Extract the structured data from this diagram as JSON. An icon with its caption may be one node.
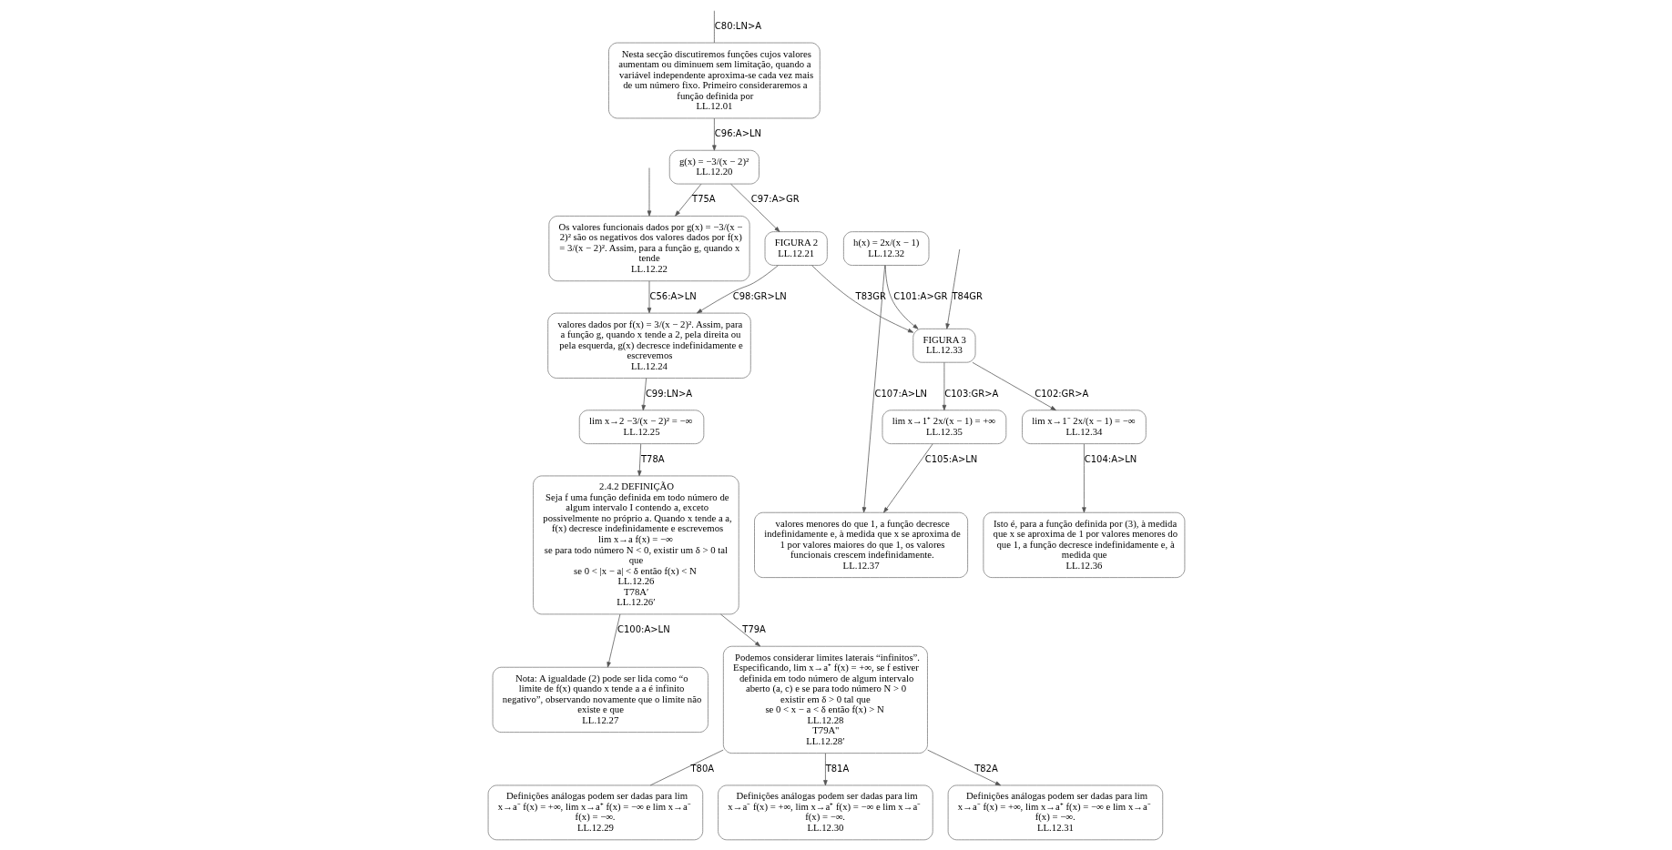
{
  "diagram": {
    "nodes": [
      {
        "text": [
          "Nesta secção discutiremos funções cujos valores aumentam ou diminuem sem limitação, quando a variável independente aproxima-se cada vez mais de um número fixo. Primeiro consideraremos a função definida por",
          "LL.12.01"
        ]
      },
      {
        "text": [
          "g(x) = −3/(x − 2)²",
          "LL.12.20"
        ]
      },
      {
        "text": [
          "FIGURA 2",
          "LL.12.21"
        ]
      },
      {
        "text": [
          "Os valores funcionais dados por g(x) = −3/(x − 2)² são os negativos dos valores dados por f(x) = 3/(x − 2)². Assim, para a função g, quando x tende",
          "LL.12.22"
        ]
      },
      {
        "text": [
          "valores dados por f(x) = 3/(x − 2)². Assim, para a função g, quando x tende a 2, pela direita ou pela esquerda, g(x) decresce indefinidamente e escrevemos",
          "LL.12.24"
        ]
      },
      {
        "text": [
          "lim x→2 −3/(x − 2)² = −∞",
          "LL.12.25"
        ]
      },
      {
        "text": [
          "2.4.2 DEFINIÇÃO",
          "Seja f uma função definida em todo número de algum intervalo I contendo a, exceto possivelmente no próprio a. Quando x tende a a, f(x) decresce indefinidamente e escrevemos",
          "lim x→a f(x) = −∞",
          "se para todo número N < 0, existir um δ > 0 tal que",
          "se 0 < |x − a| < δ então f(x) < N",
          "LL.12.26",
          "T78A′",
          "LL.12.26′"
        ]
      },
      {
        "text": [
          "Nota: A igualdade (2) pode ser lida como “o limite de f(x) quando x tende a a é infinito negativo”, observando novamente que o limite não existe e que",
          "LL.12.27"
        ]
      },
      {
        "text": [
          "Podemos considerar limites laterais “infinitos”. Especificando, lim x→a⁺ f(x) = +∞, se f estiver definida em todo número de algum intervalo aberto (a, c) e se para todo número N > 0 existir em δ > 0 tal que",
          "se 0 < x − a < δ então f(x) > N",
          "LL.12.28",
          "T79A''",
          "LL.12.28′"
        ]
      },
      {
        "text": [
          "Definições análogas podem ser dadas para lim x→a⁻ f(x) = +∞, lim x→a⁺ f(x) = −∞ e lim x→a⁻ f(x) = −∞.",
          "LL.12.29"
        ]
      },
      {
        "text": [
          "Definições análogas podem ser dadas para lim x→a⁻ f(x) = +∞, lim x→a⁺ f(x) = −∞ e lim x→a⁻ f(x) = −∞.",
          "LL.12.30"
        ]
      },
      {
        "text": [
          "Definições análogas podem ser dadas para lim x→a⁻ f(x) = +∞, lim x→a⁺ f(x) = −∞ e lim x→a⁻ f(x) = −∞.",
          "LL.12.31"
        ]
      },
      {
        "text": [
          "FIGURA 3",
          "LL.12.33"
        ]
      },
      {
        "text": [
          "h(x) = 2x/(x − 1)",
          "LL.12.32"
        ]
      },
      {
        "text": [
          "lim x→1⁻ 2x/(x − 1) = −∞",
          "LL.12.34"
        ]
      },
      {
        "text": [
          "lim x→1⁺ 2x/(x − 1) = +∞",
          "LL.12.35"
        ]
      },
      {
        "text": [
          "Isto é, para a função definida por (3), à medida que x se aproxima de 1 por valores menores do que 1, a função decresce indefinidamente e, à medida que",
          "LL.12.36"
        ]
      },
      {
        "text": [
          "valores menores do que 1, a função decresce indefinidamente e, à medida que x se aproxima de 1 por valores maiores do que 1, os valores funcionais crescem indefinidamente.",
          "LL.12.37"
        ]
      }
    ],
    "edges": [
      {
        "from": 0,
        "to": null,
        "arrow": "none",
        "label": "C80:LN>A"
      },
      {
        "from": null,
        "to": 12,
        "arrow": "to",
        "label": "T84GR"
      },
      {
        "from": 0,
        "to": 1,
        "arrow": "to",
        "label": "C96:A>LN"
      },
      {
        "from": null,
        "to": 3,
        "arrow": "to"
      },
      {
        "from": 1,
        "to": 3,
        "arrow": "to",
        "label": "T75A"
      },
      {
        "from": 1,
        "to": 2,
        "arrow": "to",
        "label": "C97:A>GR"
      },
      {
        "from": 3,
        "to": 4,
        "arrow": "to",
        "label": "C56:A>LN"
      },
      {
        "from": 2,
        "to": 4,
        "arrow": "to",
        "label": "C98:GR>LN"
      },
      {
        "from": 2,
        "to": 12,
        "arrow": "to",
        "label": "T83GR"
      },
      {
        "from": 4,
        "to": 5,
        "arrow": "to",
        "label": "C99:LN>A"
      },
      {
        "from": 5,
        "to": 6,
        "arrow": "to",
        "label": "T78A"
      },
      {
        "from": 6,
        "to": 8,
        "arrow": "to",
        "label": "T79A"
      },
      {
        "from": 6,
        "to": 7,
        "arrow": "to",
        "label": "C100:A>LN"
      },
      {
        "from": 8,
        "to": 9,
        "arrow": "none",
        "label": "T80A"
      },
      {
        "from": 8,
        "to": 10,
        "arrow": "to",
        "label": "T81A"
      },
      {
        "from": 8,
        "to": 11,
        "arrow": "to",
        "label": "T82A"
      },
      {
        "from": 13,
        "to": 12,
        "arrow": "to",
        "label": "C101:A>GR"
      },
      {
        "from": 13,
        "to": 17,
        "arrow": "to",
        "label": "C107:A>LN"
      },
      {
        "from": 12,
        "to": 15,
        "arrow": "to",
        "label": "C103:GR>A"
      },
      {
        "from": 12,
        "to": 14,
        "arrow": "to",
        "label": "C102:GR>A"
      },
      {
        "from": 14,
        "to": 16,
        "arrow": "to",
        "label": "C104:A>LN"
      },
      {
        "from": 15,
        "to": 17,
        "arrow": "to",
        "label": "C105:A>LN"
      }
    ]
  }
}
